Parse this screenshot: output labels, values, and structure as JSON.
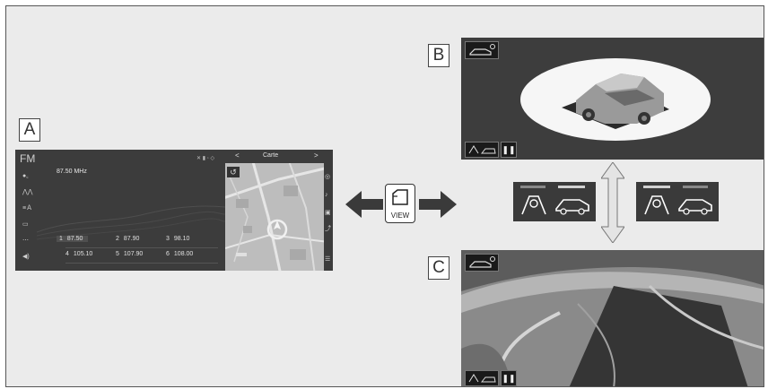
{
  "labels": {
    "a": "A",
    "b": "B",
    "c": "C"
  },
  "screen_a": {
    "band": "FM",
    "frequency": "87.50 MHz",
    "map_title": "Carte",
    "nav_prev": "<",
    "nav_next": ">",
    "presets": [
      {
        "num": "1",
        "freq": "87.50"
      },
      {
        "num": "2",
        "freq": "87.90"
      },
      {
        "num": "3",
        "freq": "98.10"
      },
      {
        "num": "4",
        "freq": "105.10"
      },
      {
        "num": "5",
        "freq": "107.90"
      },
      {
        "num": "6",
        "freq": "108.00"
      }
    ]
  },
  "view_button": {
    "label": "VIEW"
  },
  "colors": {
    "background": "#ebebeb",
    "screen": "#3c3c3c",
    "map": "#b9b9b9",
    "arrow": "#3a3a3a"
  }
}
